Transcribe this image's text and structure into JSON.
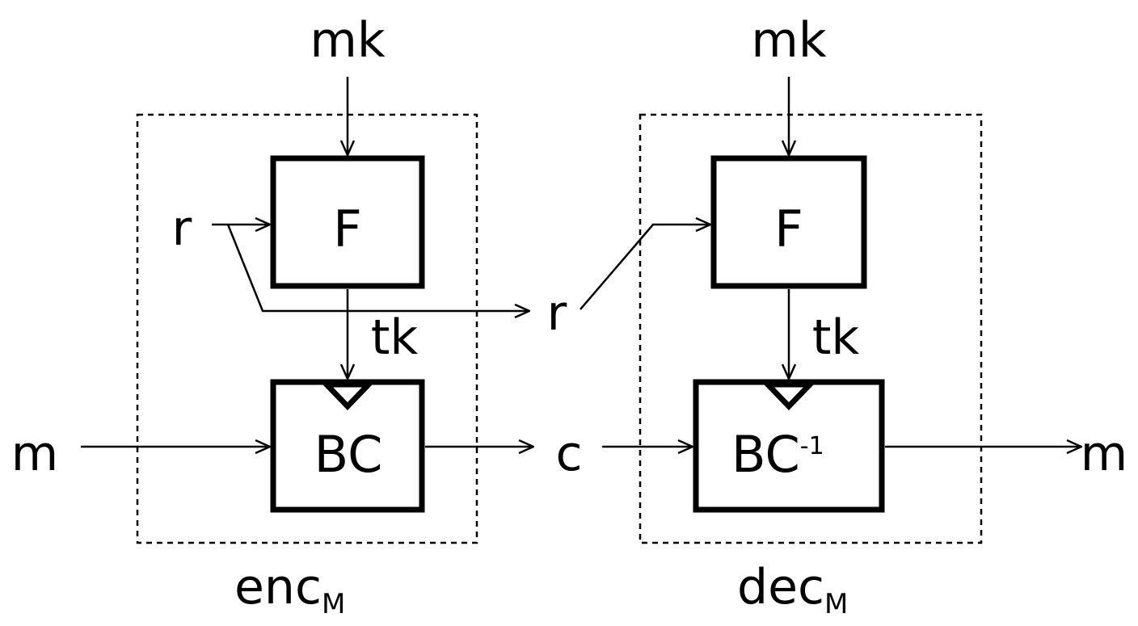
{
  "encoder": {
    "master_key": "mk",
    "tweak_fn": "F",
    "nonce": "r",
    "tweak_key": "tk",
    "cipher": "BC",
    "input": "m",
    "output": "c",
    "caption_main": "enc",
    "caption_sub": "M"
  },
  "channel": {
    "nonce": "r",
    "ciphertext": "c"
  },
  "decoder": {
    "master_key": "mk",
    "tweak_fn": "F",
    "tweak_key": "tk",
    "cipher_main": "BC",
    "cipher_sup": "-1",
    "output": "m",
    "caption_main": "dec",
    "caption_sub": "M"
  }
}
